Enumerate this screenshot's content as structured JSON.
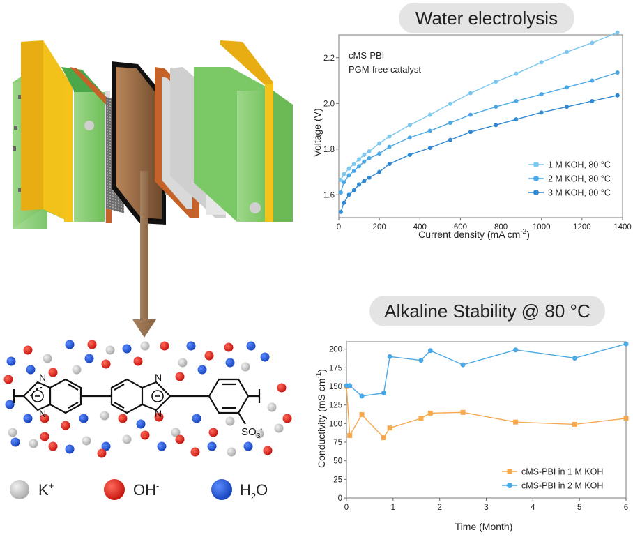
{
  "illustration": {
    "ions": [
      {
        "symbol": "K",
        "sup": "+",
        "color": "#bdbdbd"
      },
      {
        "symbol": "OH",
        "sup": "-",
        "color": "#e0211c"
      },
      {
        "symbol": "H",
        "sub": "2",
        "tail": "O",
        "color": "#1f55d6"
      }
    ],
    "substituent_label": "SO",
    "substituent_sub": "3",
    "substituent_sup": "-",
    "nitrogen_label": "N"
  },
  "chart_data": [
    {
      "type": "line",
      "title": "Water electrolysis",
      "annotations": [
        "cMS-PBI",
        "PGM-free catalyst"
      ],
      "xlabel": "Current density (mA cm",
      "xlabel_sup": "-2",
      "xlabel_tail": ")",
      "ylabel": "Voltage (V)",
      "xlim": [
        0,
        1400
      ],
      "ylim": [
        1.5,
        2.3
      ],
      "xticks": [
        0,
        200,
        400,
        600,
        800,
        1000,
        1200,
        1400
      ],
      "yticks": [
        1.6,
        1.8,
        2.0,
        2.2
      ],
      "ytick_labels": [
        "1.6",
        "1.8",
        "2.0",
        "2.2"
      ],
      "legend_position": "bottom-right",
      "series": [
        {
          "name": "1 M KOH, 80 °C",
          "color": "#7cc8f0",
          "x": [
            10,
            25,
            50,
            75,
            100,
            125,
            150,
            200,
            250,
            350,
            450,
            550,
            650,
            775,
            875,
            1000,
            1125,
            1250,
            1375
          ],
          "y": [
            1.665,
            1.69,
            1.715,
            1.735,
            1.755,
            1.775,
            1.79,
            1.825,
            1.855,
            1.905,
            1.95,
            1.998,
            2.045,
            2.095,
            2.13,
            2.18,
            2.225,
            2.265,
            2.31
          ]
        },
        {
          "name": "2 M KOH, 80 °C",
          "color": "#4aa8e6",
          "x": [
            10,
            25,
            50,
            75,
            100,
            125,
            150,
            200,
            250,
            350,
            450,
            550,
            650,
            775,
            875,
            1000,
            1125,
            1250,
            1375
          ],
          "y": [
            1.61,
            1.655,
            1.685,
            1.705,
            1.725,
            1.745,
            1.76,
            1.78,
            1.81,
            1.85,
            1.88,
            1.915,
            1.95,
            1.985,
            2.01,
            2.04,
            2.07,
            2.1,
            2.135
          ]
        },
        {
          "name": "3 M KOH, 80 °C",
          "color": "#2f88d4",
          "x": [
            10,
            25,
            50,
            75,
            100,
            125,
            150,
            200,
            250,
            350,
            450,
            550,
            650,
            775,
            875,
            1000,
            1125,
            1250,
            1375
          ],
          "y": [
            1.525,
            1.565,
            1.6,
            1.62,
            1.645,
            1.66,
            1.675,
            1.7,
            1.735,
            1.775,
            1.805,
            1.84,
            1.875,
            1.905,
            1.93,
            1.96,
            1.985,
            2.01,
            2.035
          ]
        }
      ]
    },
    {
      "type": "line",
      "title": "Alkaline Stability @ 80 °C",
      "xlabel": "Time (Month)",
      "ylabel": "Conductivity (mS cm",
      "ylabel_sup": "-1",
      "ylabel_tail": ")",
      "xlim": [
        0,
        6
      ],
      "ylim": [
        0,
        210
      ],
      "xticks": [
        0,
        1,
        2,
        3,
        4,
        5,
        6
      ],
      "yticks": [
        0,
        25,
        50,
        75,
        100,
        125,
        150,
        175,
        200
      ],
      "legend_position": "bottom-right",
      "series": [
        {
          "name": "cMS-PBI in 1 M KOH",
          "color": "#f6a84c",
          "marker": "square",
          "x": [
            0,
            0.07,
            0.33,
            0.8,
            0.93,
            1.6,
            1.8,
            2.5,
            3.63,
            4.9,
            6.0
          ],
          "y": [
            150,
            84,
            112,
            81,
            94,
            107,
            114,
            115,
            102,
            99,
            107
          ]
        },
        {
          "name": "cMS-PBI in 2 M KOH",
          "color": "#4aa8e6",
          "marker": "circle",
          "x": [
            0,
            0.07,
            0.33,
            0.8,
            0.93,
            1.6,
            1.8,
            2.5,
            3.63,
            4.9,
            6.0
          ],
          "y": [
            151,
            151,
            137,
            141,
            190,
            185,
            198,
            179,
            199,
            188,
            207
          ]
        }
      ]
    }
  ]
}
